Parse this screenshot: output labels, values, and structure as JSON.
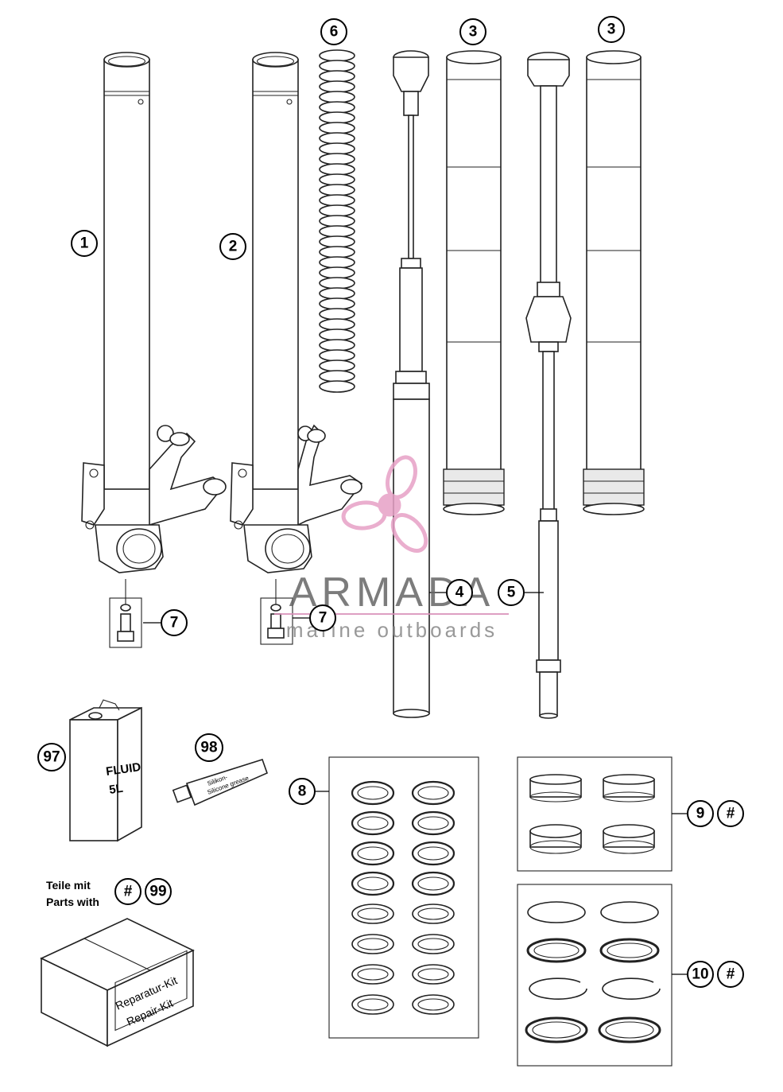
{
  "callouts": {
    "c1": "1",
    "c2": "2",
    "c3a": "3",
    "c3b": "3",
    "c4": "4",
    "c5": "5",
    "c6": "6",
    "c7a": "7",
    "c7b": "7",
    "c8": "8",
    "c9": "9",
    "c9hash": "#",
    "c10": "10",
    "c10hash": "#",
    "c97": "97",
    "c98": "98",
    "c99hash": "#",
    "c99": "99"
  },
  "can": {
    "line1": "FLUID",
    "line2": "5L"
  },
  "tube": {
    "line1": "Silikon-",
    "line2": "Silicone grease"
  },
  "note": {
    "line1": "Teile mit",
    "line2": "Parts with"
  },
  "kit": {
    "line1": "Reparatur-Kit",
    "line2": "Repair-Kit"
  },
  "watermark": {
    "title": "ARMADA",
    "subtitle": "marine outboards",
    "color": "#e7a1c6"
  }
}
